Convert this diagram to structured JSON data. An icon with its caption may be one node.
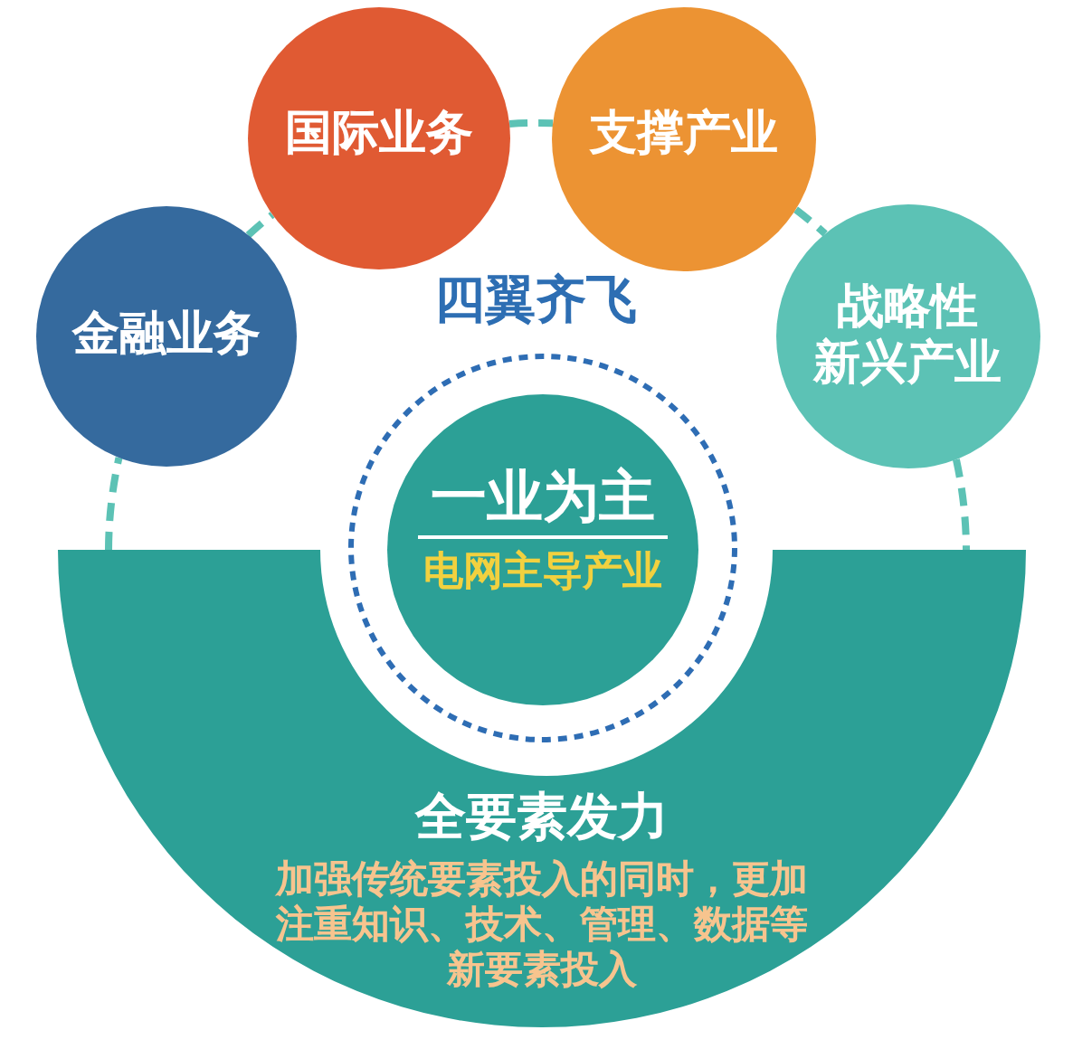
{
  "diagram": {
    "nodes": [
      {
        "text": [
          "金融业务"
        ]
      },
      {
        "text": [
          "国际业务"
        ]
      },
      {
        "text": [
          "支撑产业"
        ]
      },
      {
        "text": [
          "战略性新兴产业"
        ]
      },
      {
        "text": [
          "一业为主",
          "电网主导产业"
        ]
      },
      {
        "text": [
          "全要素发力",
          "加强传统要素投入的同时，更加注重知识、技术、管理、数据等新要素投入"
        ]
      }
    ],
    "edges": [
      {
        "from": 5,
        "to": 0,
        "arrow": "none",
        "style": "dashed"
      },
      {
        "from": 0,
        "to": 1,
        "arrow": "none",
        "style": "dashed"
      },
      {
        "from": 1,
        "to": 2,
        "arrow": "none",
        "style": "dashed"
      },
      {
        "from": 2,
        "to": 3,
        "arrow": "none",
        "style": "dashed"
      },
      {
        "from": 3,
        "to": 5,
        "arrow": "none",
        "style": "dashed"
      }
    ],
    "labels": [
      "四翼齐飞"
    ]
  }
}
